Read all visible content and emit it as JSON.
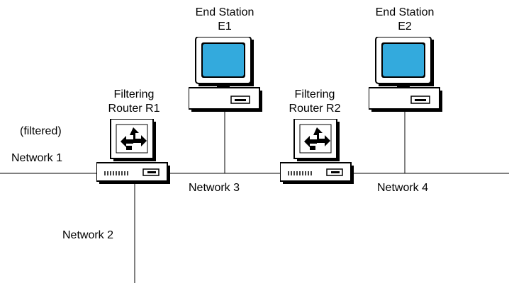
{
  "diagram": {
    "networks": [
      {
        "id": "network-1",
        "label": "Network 1"
      },
      {
        "id": "network-2",
        "label": "Network 2"
      },
      {
        "id": "network-3",
        "label": "Network 3"
      },
      {
        "id": "network-4",
        "label": "Network 4"
      }
    ],
    "filtered_note": "(filtered)",
    "routers": [
      {
        "id": "r1",
        "line1": "Filtering",
        "line2": "Router R1"
      },
      {
        "id": "r2",
        "line1": "Filtering",
        "line2": "Router R2"
      }
    ],
    "stations": [
      {
        "id": "e1",
        "line1": "End Station",
        "line2": "E1",
        "screen_color": "#33aadd"
      },
      {
        "id": "e2",
        "line1": "End Station",
        "line2": "E2",
        "screen_color": "#33aadd"
      }
    ],
    "colors": {
      "line": "#000000",
      "screen": "#33aadd",
      "device_body": "#ffffff",
      "device_shadow": "#000000"
    },
    "icons": {
      "router": "router-icon",
      "station": "computer-icon"
    }
  }
}
